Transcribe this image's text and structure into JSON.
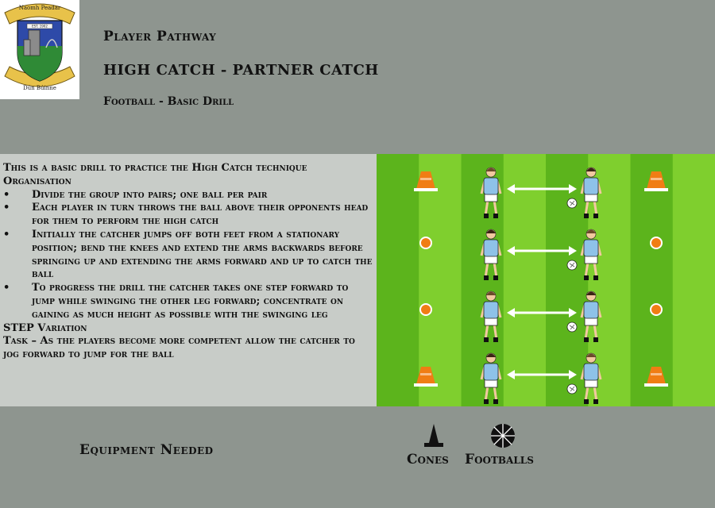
{
  "logo": {
    "top_text": "Naomh Peadar",
    "est": "EST. 1902",
    "bottom_text": "Dún Búinne"
  },
  "header": {
    "pathway": "Player Pathway",
    "title": "HIGH CATCH - PARTNER CATCH",
    "subtitle": "Football - Basic Drill"
  },
  "description": {
    "intro": "This is a basic drill to practice the High Catch technique",
    "organisation": "Organisation",
    "bullets": [
      "Divide the group into pairs; one ball per pair",
      "Each player in turn throws the ball above their opponents head for them to perform the high catch",
      "Initially the catcher jumps off both feet from a stationary position; bend the knees and extend the arms backwards before springing up and extending the arms forward and up to catch the ball",
      "To progress the drill the catcher takes one step forward to jump while swinging the other leg forward; concentrate on gaining as much height as possible with the swinging leg"
    ],
    "step": "STEP Variation",
    "task": "Task – As the players become more competent allow the catcher to jog forward to jump for the ball"
  },
  "equipment": {
    "label": "Equipment Needed",
    "cones": "Cones",
    "footballs": "Footballs"
  },
  "colors": {
    "background": "#8e958f",
    "text_panel": "#c8ccc8",
    "pitch_light": "#7fcf2e",
    "pitch_dark": "#5cb41c",
    "cone": "#f07d14",
    "player_shirt": "#8ec2e8"
  },
  "icons": [
    "crest-logo",
    "cone-icon",
    "football-icon",
    "player-icon",
    "double-arrow-icon"
  ]
}
